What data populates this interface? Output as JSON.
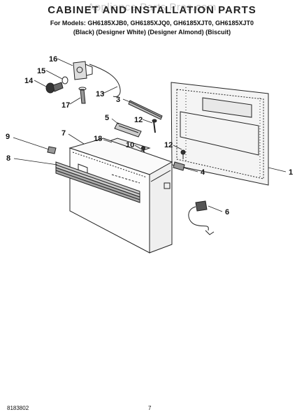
{
  "header": {
    "title": "CABINET AND INSTALLATION PARTS",
    "watermark": "Appliance Parts Pros.com",
    "models_line1": "For Models: GH6185XJB0, GH6185XJQ0, GH6185XJT0, GH6185XJT0",
    "models_line2": "(Black)  (Designer White) (Designer Almond)  (Biscuit)"
  },
  "callouts": {
    "c1": "1",
    "c3": "3",
    "c4": "4",
    "c5": "5",
    "c6": "6",
    "c7": "7",
    "c8": "8",
    "c9": "9",
    "c10": "10",
    "c12a": "12",
    "c12b": "12",
    "c13": "13",
    "c14": "14",
    "c15": "15",
    "c16": "16",
    "c17": "17",
    "c18": "18"
  },
  "footer": {
    "doc_number": "8183802",
    "page_number": "7"
  }
}
